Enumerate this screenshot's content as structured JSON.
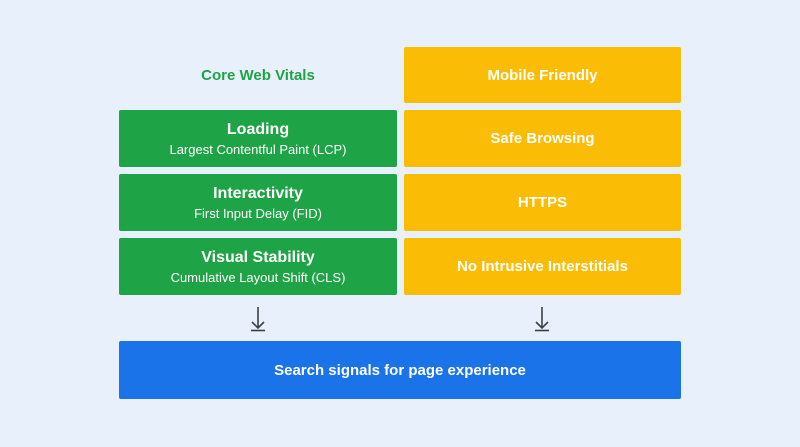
{
  "core_web_vitals": {
    "heading": "Core Web Vitals",
    "metrics": [
      {
        "title": "Loading",
        "subtitle": "Largest Contentful Paint (LCP)"
      },
      {
        "title": "Interactivity",
        "subtitle": "First Input Delay (FID)"
      },
      {
        "title": "Visual Stability",
        "subtitle": "Cumulative Layout Shift (CLS)"
      }
    ]
  },
  "other_signals": [
    "Mobile Friendly",
    "Safe Browsing",
    "HTTPS",
    "No Intrusive Interstitials"
  ],
  "result": {
    "label": "Search signals for page experience"
  },
  "colors": {
    "green": "#1ea446",
    "yellow": "#fbbc05",
    "blue": "#1a73e8",
    "background": "#e8f0fb"
  }
}
